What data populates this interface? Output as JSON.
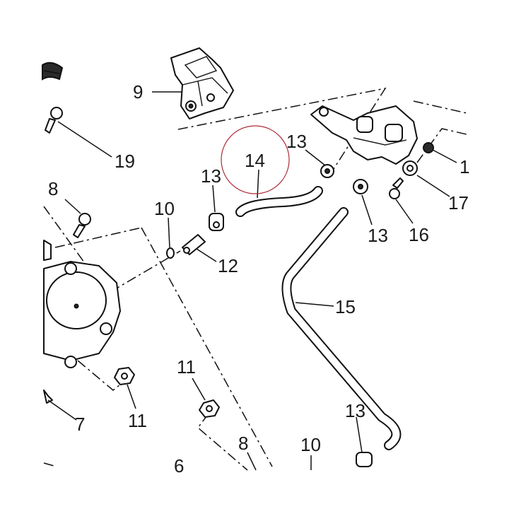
{
  "callouts": [
    {
      "id": "9",
      "text": "9"
    },
    {
      "id": "19",
      "text": "19"
    },
    {
      "id": "14",
      "text": "14"
    },
    {
      "id": "13a",
      "text": "13"
    },
    {
      "id": "13b",
      "text": "13"
    },
    {
      "id": "13c",
      "text": "13"
    },
    {
      "id": "13d",
      "text": "13"
    },
    {
      "id": "8a",
      "text": "8"
    },
    {
      "id": "8b",
      "text": "8"
    },
    {
      "id": "10a",
      "text": "10"
    },
    {
      "id": "10b",
      "text": "10"
    },
    {
      "id": "12",
      "text": "12"
    },
    {
      "id": "15",
      "text": "15"
    },
    {
      "id": "16",
      "text": "16"
    },
    {
      "id": "17",
      "text": "17"
    },
    {
      "id": "1",
      "text": "1"
    },
    {
      "id": "11a",
      "text": "11"
    },
    {
      "id": "11b",
      "text": "11"
    },
    {
      "id": "7",
      "text": "7"
    },
    {
      "id": "6",
      "text": "6"
    }
  ],
  "highlight_color": "#b02a3a"
}
